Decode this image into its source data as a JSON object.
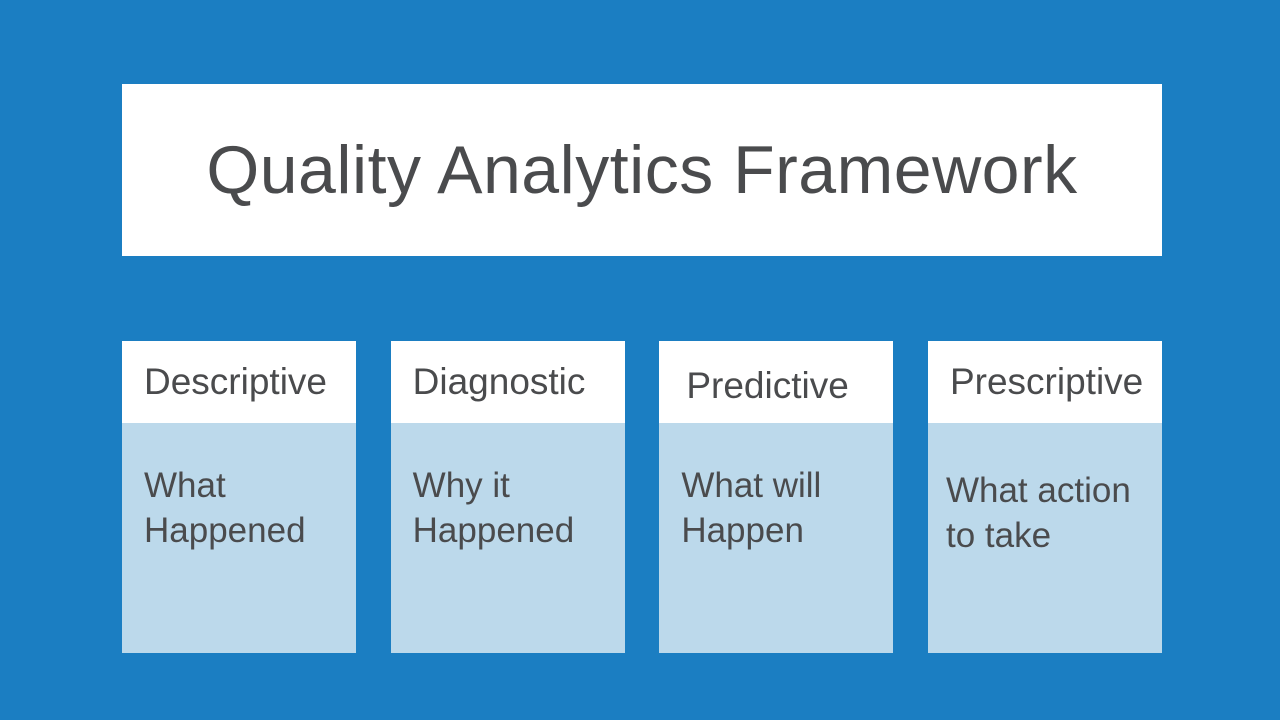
{
  "slide": {
    "title": "Quality Analytics Framework",
    "cards": [
      {
        "label": "Descriptive",
        "description": "What\nHappened"
      },
      {
        "label": "Diagnostic",
        "description": "Why it\nHappened"
      },
      {
        "label": "Predictive",
        "description": "What will\nHappen"
      },
      {
        "label": "Prescriptive",
        "description": "What action\nto take"
      }
    ],
    "colors": {
      "background": "#1B7EC2",
      "card_body": "#BCD9EB",
      "panel": "#FFFFFF",
      "text": "#4A4B4D"
    }
  }
}
